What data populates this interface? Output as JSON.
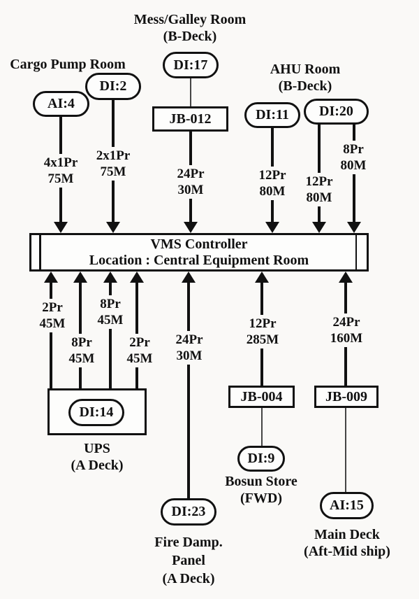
{
  "controller": {
    "title": "VMS Controller",
    "location": "Location : Central Equipment Room"
  },
  "rooms": {
    "cargo": {
      "l1": "Cargo Pump Room"
    },
    "mess": {
      "l1": "Mess/Galley Room",
      "l2": "(B-Deck)"
    },
    "ahu": {
      "l1": "AHU Room",
      "l2": "(B-Deck)"
    },
    "ups": {
      "l1": "UPS",
      "l2": "(A Deck)"
    },
    "fire": {
      "l1": "Fire Damp.",
      "l2": "Panel",
      "l3": "(A Deck)"
    },
    "bosun": {
      "l1": "Bosun Store",
      "l2": "(FWD)"
    },
    "maindeck": {
      "l1": "Main Deck",
      "l2": "(Aft-Mid ship)"
    }
  },
  "nodes": {
    "ai4": "AI:4",
    "di2": "DI:2",
    "di17": "DI:17",
    "di11": "DI:11",
    "di20": "DI:20",
    "di14": "DI:14",
    "di23": "DI:23",
    "di9": "DI:9",
    "ai15": "AI:15",
    "jb012": "JB-012",
    "jb004": "JB-004",
    "jb009": "JB-009"
  },
  "cables": {
    "ai4_vms": {
      "pairs": "4x1Pr",
      "length": "75M"
    },
    "di2_vms": {
      "pairs": "2x1Pr",
      "length": "75M"
    },
    "jb012_vms": {
      "pairs": "24Pr",
      "length": "30M"
    },
    "di11_vms": {
      "pairs": "12Pr",
      "length": "80M"
    },
    "di20_vms_a": {
      "pairs": "12Pr",
      "length": "80M"
    },
    "di20_vms_b": {
      "pairs": "8Pr",
      "length": "80M"
    },
    "vms_ups_1": {
      "pairs": "2Pr",
      "length": "45M"
    },
    "vms_ups_2": {
      "pairs": "8Pr",
      "length": "45M"
    },
    "vms_ups_3": {
      "pairs": "8Pr",
      "length": "45M"
    },
    "vms_ups_4": {
      "pairs": "2Pr",
      "length": "45M"
    },
    "vms_di23": {
      "pairs": "24Pr",
      "length": "30M"
    },
    "jb004_vms": {
      "pairs": "12Pr",
      "length": "285M"
    },
    "jb009_vms": {
      "pairs": "24Pr",
      "length": "160M"
    }
  },
  "colors": {
    "line": "#111111",
    "background": "#faf9f7",
    "node_fill": "#fdfdfc"
  }
}
